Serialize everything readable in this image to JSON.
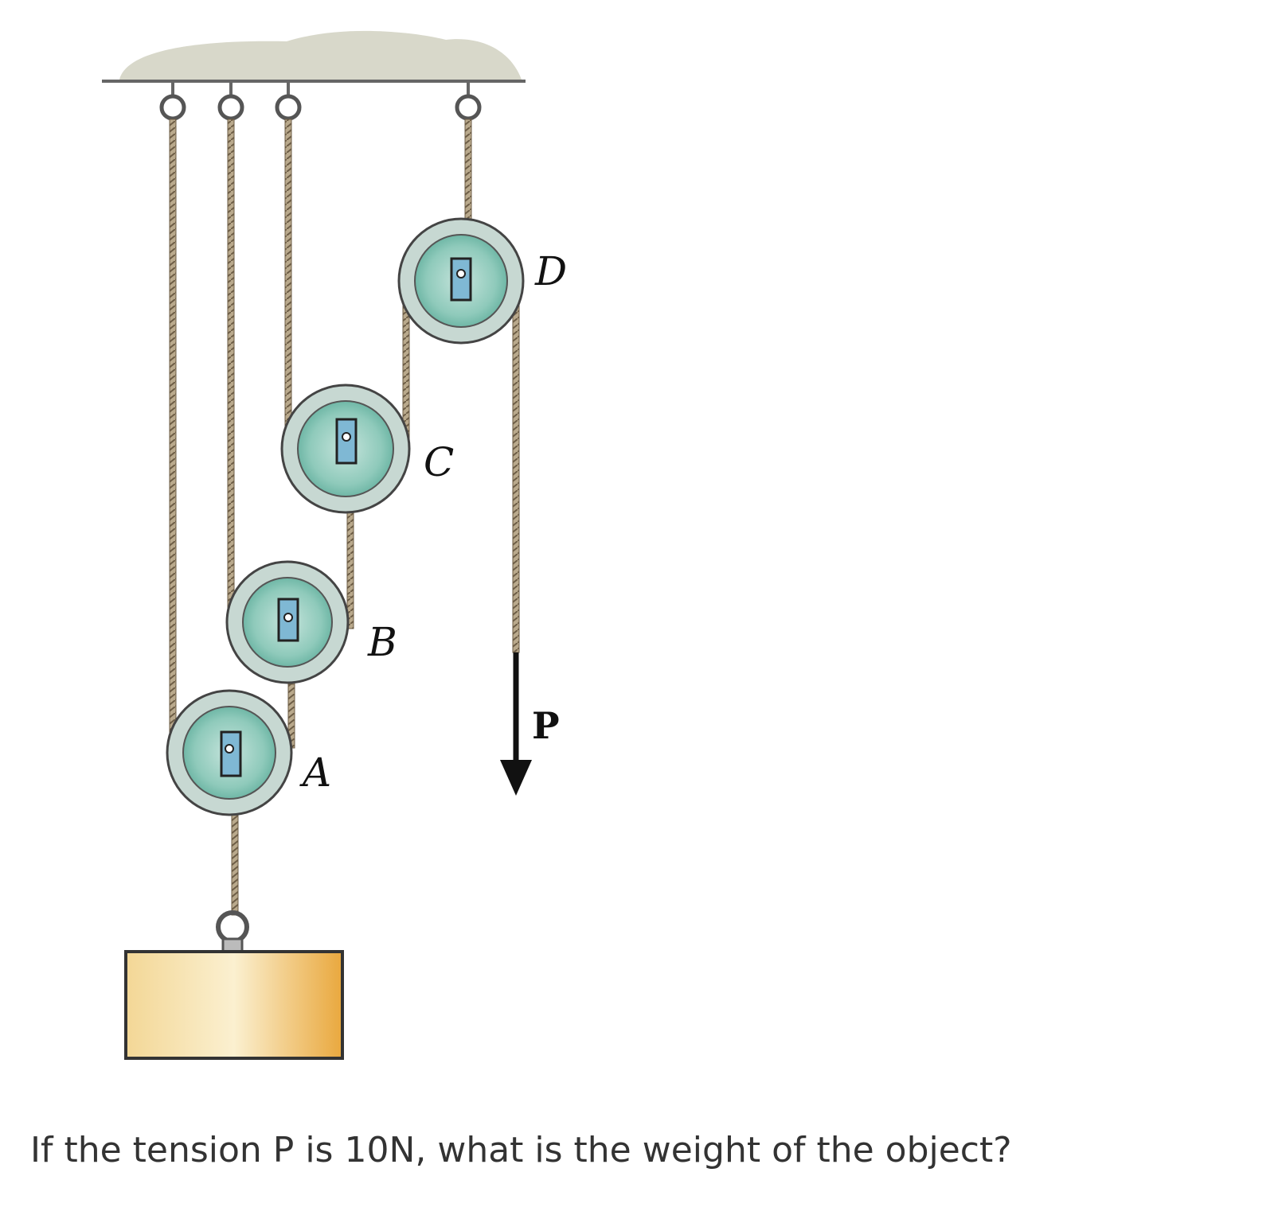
{
  "figure": {
    "pulley_labels": {
      "a": "A",
      "b": "B",
      "c": "C",
      "d": "D"
    },
    "force_label": "P",
    "colors": {
      "ceiling": "#d8d8ca",
      "pulley_outer": "#c7d8d2",
      "pulley_inner": "#6fb7a6",
      "axle_block": "#7fb8d4",
      "rope": "#8a7a62",
      "weight_block": "#f0c06a"
    }
  },
  "question": {
    "text": "If the tension P is 10N, what is the weight of the object?"
  }
}
